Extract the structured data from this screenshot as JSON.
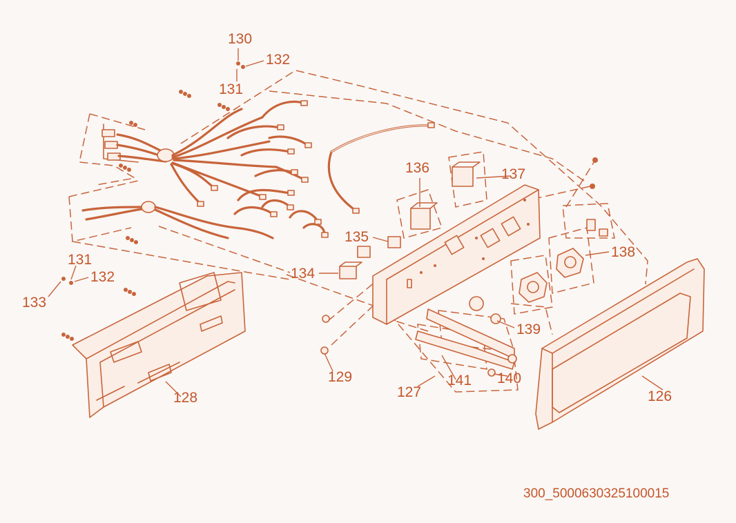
{
  "diagram": {
    "callouts": {
      "c130": "130",
      "c132a": "132",
      "c131a": "131",
      "c131b": "131",
      "c132b": "132",
      "c133": "133",
      "c134": "134",
      "c135": "135",
      "c136": "136",
      "c137": "137",
      "c138": "138",
      "c139": "139",
      "c140": "140",
      "c141": "141",
      "c129": "129",
      "c127": "127",
      "c128": "128",
      "c126": "126"
    },
    "image_code": "300_5000630325100015",
    "line_color": "#c8643a",
    "text_color": "#c4562a",
    "background_color": "#faf7f5"
  }
}
